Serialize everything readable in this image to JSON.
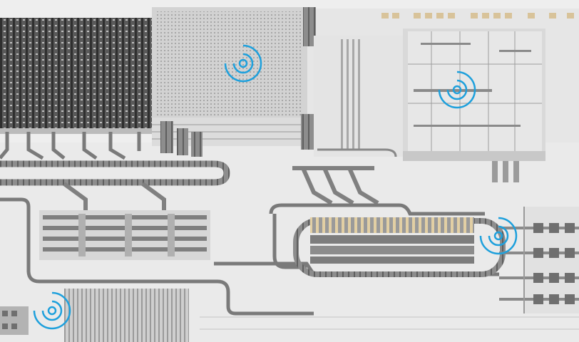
{
  "scene": {
    "background": "#eeeeee",
    "floor_color": "#e9e9e9",
    "structure_color": "#d6d6d6",
    "conveyor_color": "#8b8b8b",
    "conveyor_dark": "#555555",
    "rack_color": "#9a9a9a",
    "hotspot_color": "#1ea0dc",
    "amber_color": "#d8c39a"
  },
  "hotspots": [
    {
      "name": "hotspot-top-storage",
      "icon": "concentric-arcs-icon"
    },
    {
      "name": "hotspot-right-building",
      "icon": "concentric-arcs-icon"
    },
    {
      "name": "hotspot-sorter-loop",
      "icon": "concentric-arcs-icon"
    },
    {
      "name": "hotspot-bottom-left-racks",
      "icon": "concentric-arcs-icon"
    }
  ]
}
